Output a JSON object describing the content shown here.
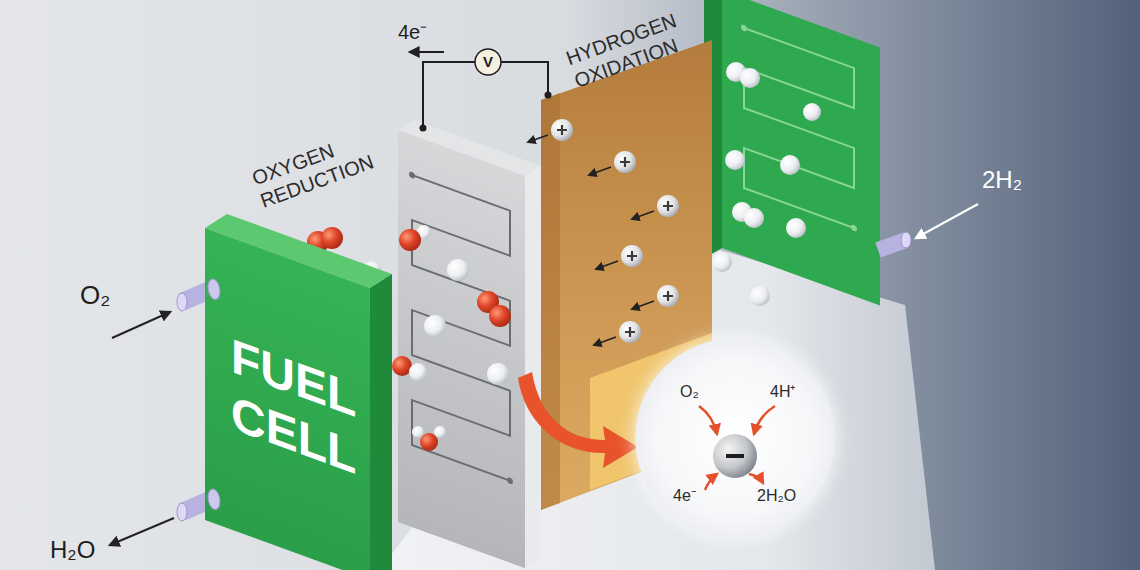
{
  "diagram": {
    "nodes": [
      {
        "text": [
          "FUEL CELL"
        ]
      },
      {
        "text": [
          "O₂",
          "4H⁺",
          "4e⁻",
          "2H₂O"
        ]
      }
    ],
    "labels": [
      "OXYGEN REDUCTION",
      "HYDROGEN OXIDATION",
      "4e⁻",
      "V",
      "O₂",
      "2H₂",
      "H₂O"
    ]
  }
}
